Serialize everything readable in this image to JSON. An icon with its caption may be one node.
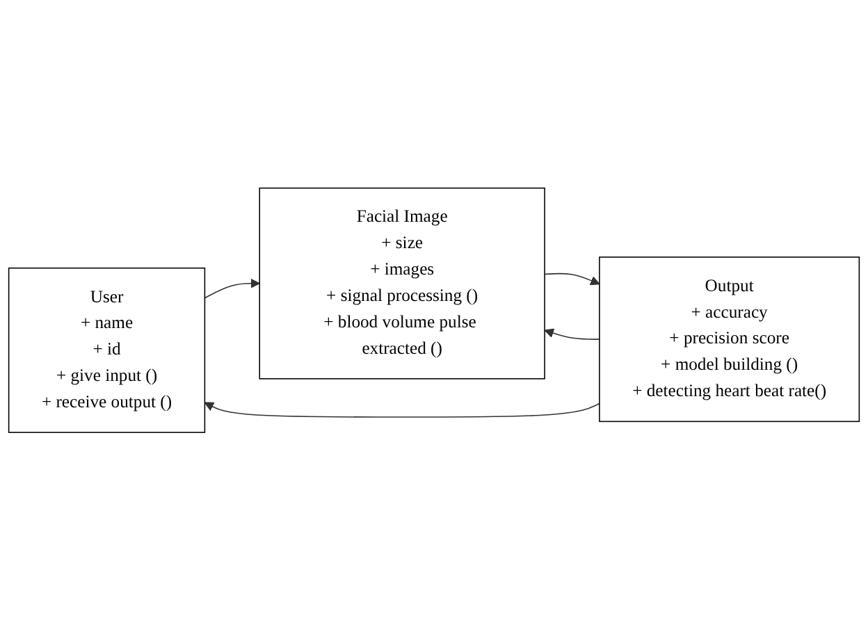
{
  "diagram": {
    "nodes": [
      {
        "text": [
          "User",
          "+ name",
          "+ id",
          "+ give input ()",
          "+ receive output ()"
        ]
      },
      {
        "text": [
          "Facial Image",
          "+ size",
          "+ images",
          "+ signal processing ()",
          "+ blood volume pulse extracted ()"
        ]
      },
      {
        "text": [
          "Output",
          "+ accuracy",
          "+ precision score",
          "+ model building ()",
          "+ detecting heart beat rate()"
        ]
      }
    ],
    "edges": [
      {
        "from": 0,
        "to": 1,
        "arrow": "to"
      },
      {
        "from": 1,
        "to": 2,
        "arrow": "to"
      },
      {
        "from": 2,
        "to": 1,
        "arrow": "to"
      },
      {
        "from": 2,
        "to": 0,
        "arrow": "to"
      }
    ]
  }
}
